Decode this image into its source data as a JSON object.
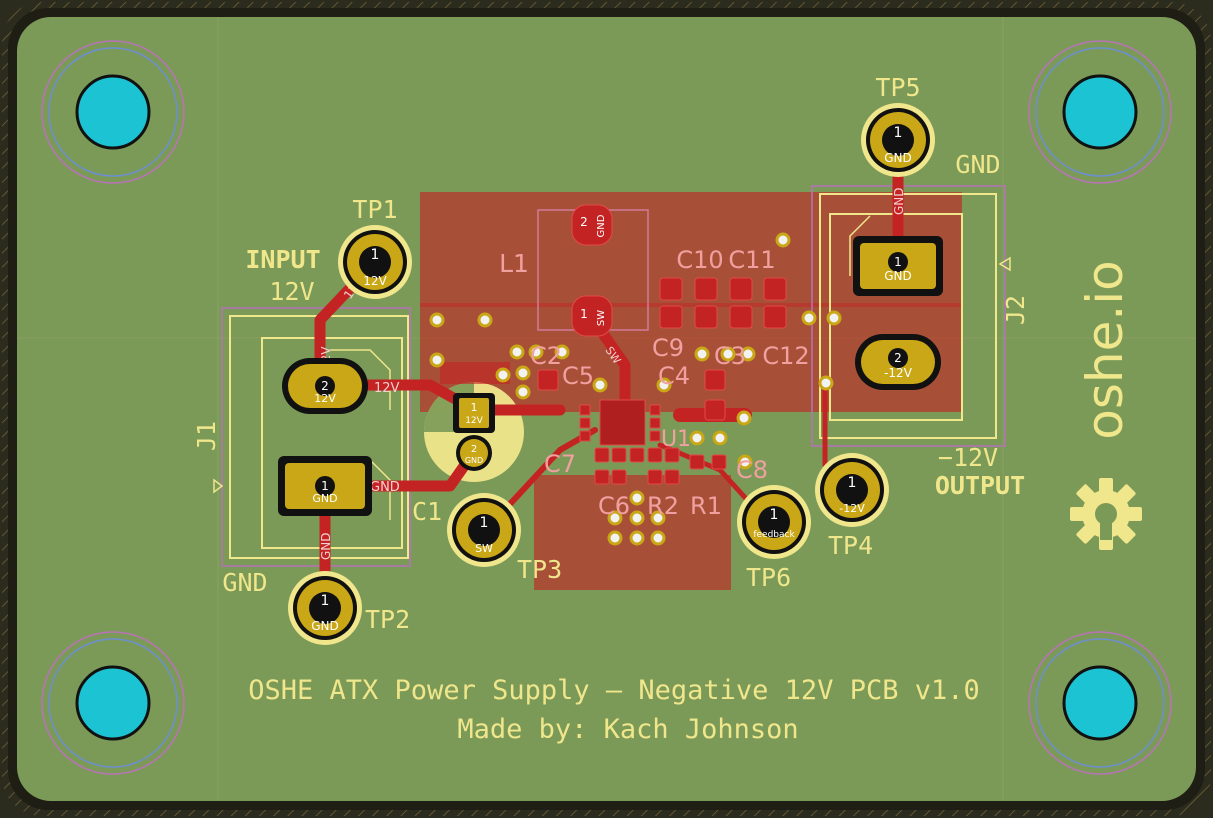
{
  "board": {
    "footer_title": "OSHE ATX Power Supply — Negative 12V PCB v1.0",
    "footer_author": "Made by: Kach Johnson",
    "logo_text": "oshe.io",
    "colors": {
      "board": "#7b9a57",
      "edge": "#1e1e14",
      "copper": "#c42323",
      "pad": "#c9a716",
      "hole": "#1cc3d3",
      "silk": "#f0e68c"
    }
  },
  "labels": {
    "input_label": "INPUT",
    "input_voltage": "12V",
    "gnd_left": "GND",
    "gnd_right": "GND",
    "output_voltage": "−12V",
    "output_label": "OUTPUT"
  },
  "refs": {
    "tp1": "TP1",
    "tp2": "TP2",
    "tp3": "TP3",
    "tp4": "TP4",
    "tp5": "TP5",
    "tp6": "TP6",
    "j1": "J1",
    "j2": "J2",
    "c1": "C1",
    "l1": "L1",
    "c4": "C4",
    "c5": "C5",
    "c6": "C6",
    "c7": "C7",
    "c8": "C8",
    "c9": "C9",
    "c10": "C10",
    "c11": "C11",
    "c12": "C12",
    "r1": "R1",
    "r2": "R2",
    "c2": "C2",
    "c3": "C3",
    "u1": "U1"
  },
  "pads": {
    "tp1": {
      "num": "1",
      "net": "12V"
    },
    "tp2": {
      "num": "1",
      "net": "GND"
    },
    "tp3": {
      "num": "1",
      "net": "SW"
    },
    "tp4": {
      "num": "1",
      "net": "-12V"
    },
    "tp5": {
      "num": "1",
      "net": "GND"
    },
    "tp6": {
      "num": "1",
      "net": "feedback"
    },
    "j1_p2": {
      "num": "2",
      "net": "12V"
    },
    "j1_p1": {
      "num": "1",
      "net": "GND"
    },
    "j2_p1": {
      "num": "1",
      "net": "GND"
    },
    "j2_p2": {
      "num": "2",
      "net": "-12V"
    },
    "l1_p1": {
      "num": "1",
      "net": "SW"
    },
    "l1_p2": {
      "num": "2",
      "net": "GND"
    },
    "c1_p1": {
      "num": "1",
      "net": "12V"
    },
    "c1_p2": {
      "num": "2",
      "net": "GND"
    }
  },
  "nets": {
    "trace_12v_a": "12V",
    "trace_12v_b": "12V",
    "trace_12v_c": "12V",
    "trace_gnd_a": "GND",
    "trace_gnd_b": "GND",
    "trace_gnd_c": "GND",
    "trace_sw": "SW"
  }
}
